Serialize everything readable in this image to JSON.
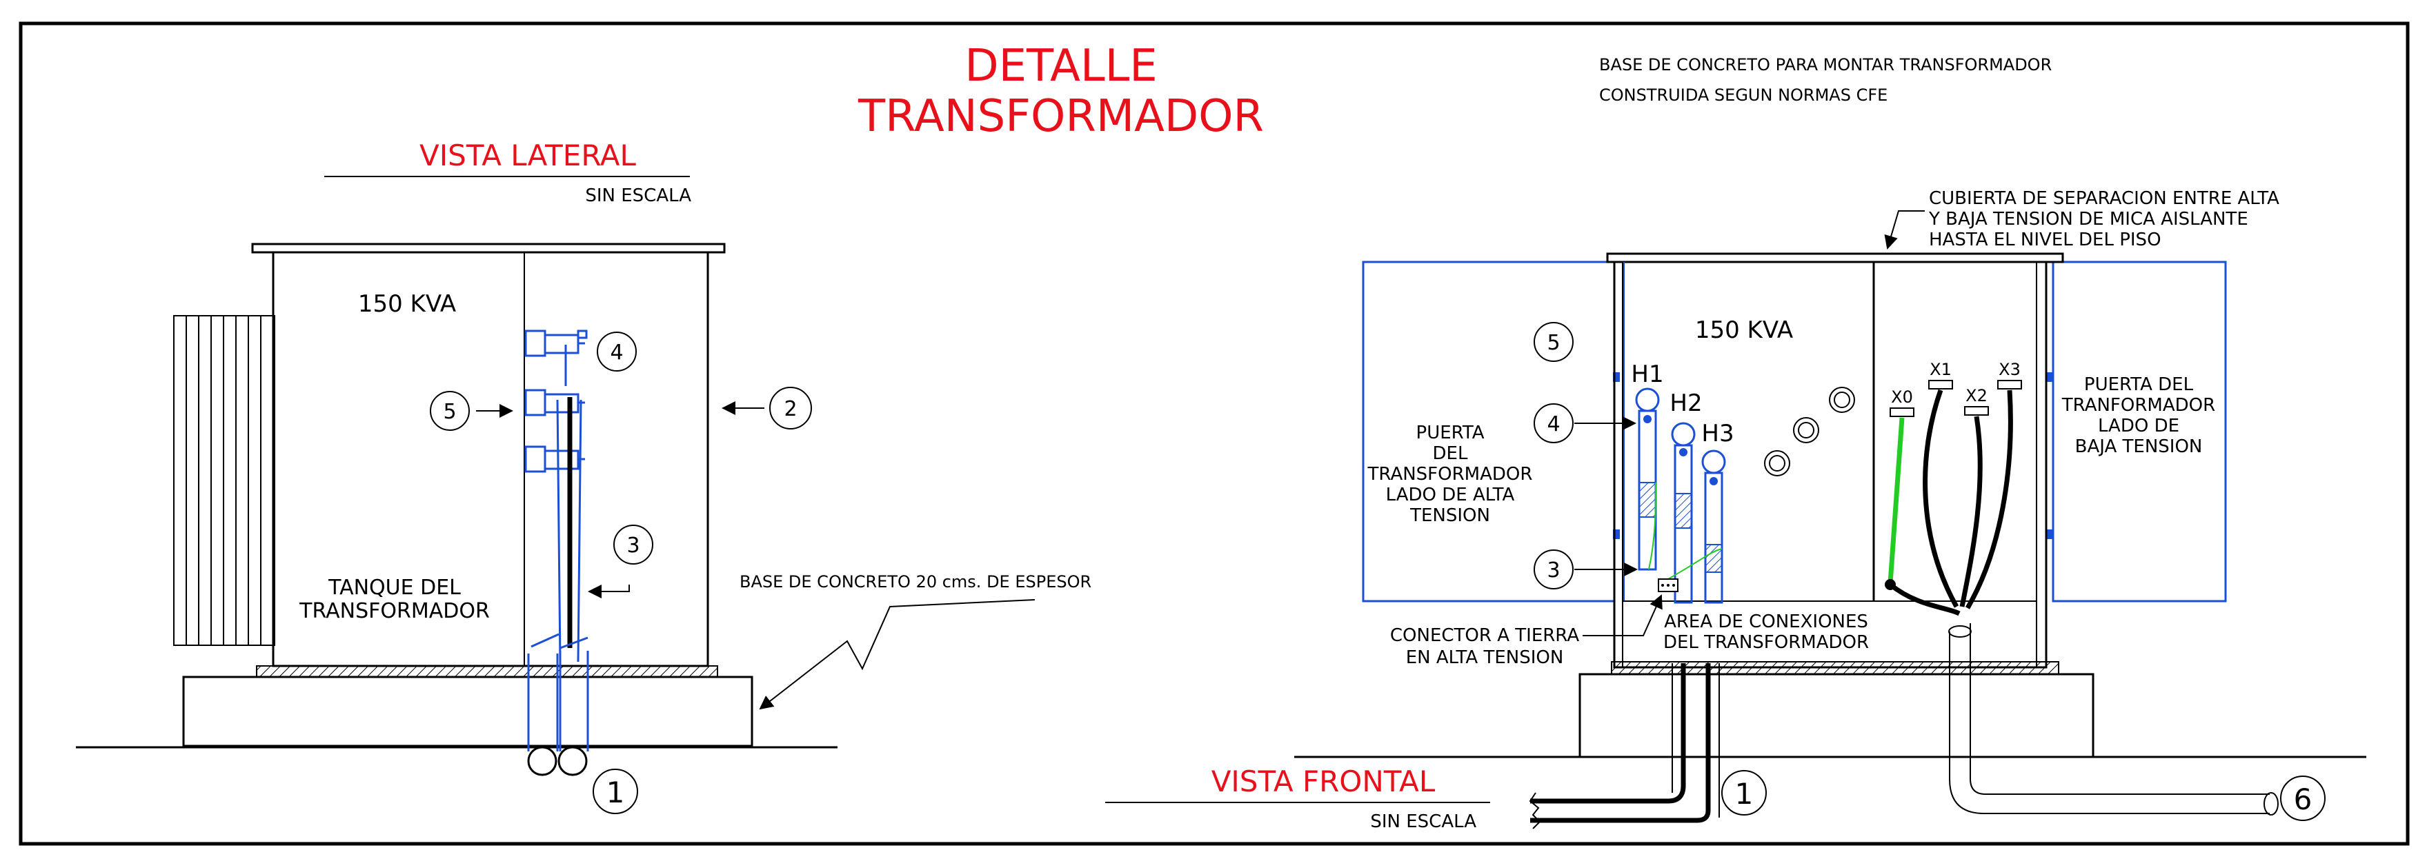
{
  "title": {
    "line1": "DETALLE",
    "line2": "TRANSFORMADOR"
  },
  "notes": {
    "base_line1": "BASE DE CONCRETO PARA MONTAR TRANSFORMADOR",
    "base_line2": "CONSTRUIDA SEGUN NORMAS CFE",
    "cover_line1": "CUBIERTA DE SEPARACION ENTRE ALTA",
    "cover_line2": "Y BAJA TENSION DE MICA AISLANTE",
    "cover_line3": "HASTA EL NIVEL DEL PISO"
  },
  "lateral": {
    "view_title": "VISTA LATERAL",
    "scale": "SIN ESCALA",
    "kva": "150  KVA",
    "tank_line1": "TANQUE DEL",
    "tank_line2": "TRANSFORMADOR",
    "base_note": "BASE DE CONCRETO 20 cms. DE ESPESOR",
    "callouts": {
      "c4": "4",
      "c5": "5",
      "c2": "2",
      "c3": "3",
      "c1": "1"
    }
  },
  "frontal": {
    "view_title": "VISTA FRONTAL",
    "scale": "SIN ESCALA",
    "kva": "150  KVA",
    "ht_door_line1": "PUERTA",
    "ht_door_line2": "DEL",
    "ht_door_line3": "TRANSFORMADOR",
    "ht_door_line4": "LADO DE ALTA",
    "ht_door_line5": "TENSION",
    "lt_door_line1": "PUERTA DEL",
    "lt_door_line2": "TRANFORMADOR",
    "lt_door_line3": "LADO DE",
    "lt_door_line4": "BAJA TENSION",
    "ground_line1": "CONECTOR A TIERRA",
    "ground_line2": "EN ALTA TENSION",
    "area_line1": "AREA DE CONEXIONES",
    "area_line2": "DEL TRANSFORMADOR",
    "h1": "H1",
    "h2": "H2",
    "h3": "H3",
    "x0": "X0",
    "x1": "X1",
    "x2": "X2",
    "x3": "X3",
    "callouts": {
      "c5": "5",
      "c4": "4",
      "c3": "3",
      "c1": "1",
      "c6": "6"
    }
  },
  "colors": {
    "title_red": "#e8101a",
    "line_blue": "#1a4fd6",
    "ground_green": "#22cc22"
  }
}
